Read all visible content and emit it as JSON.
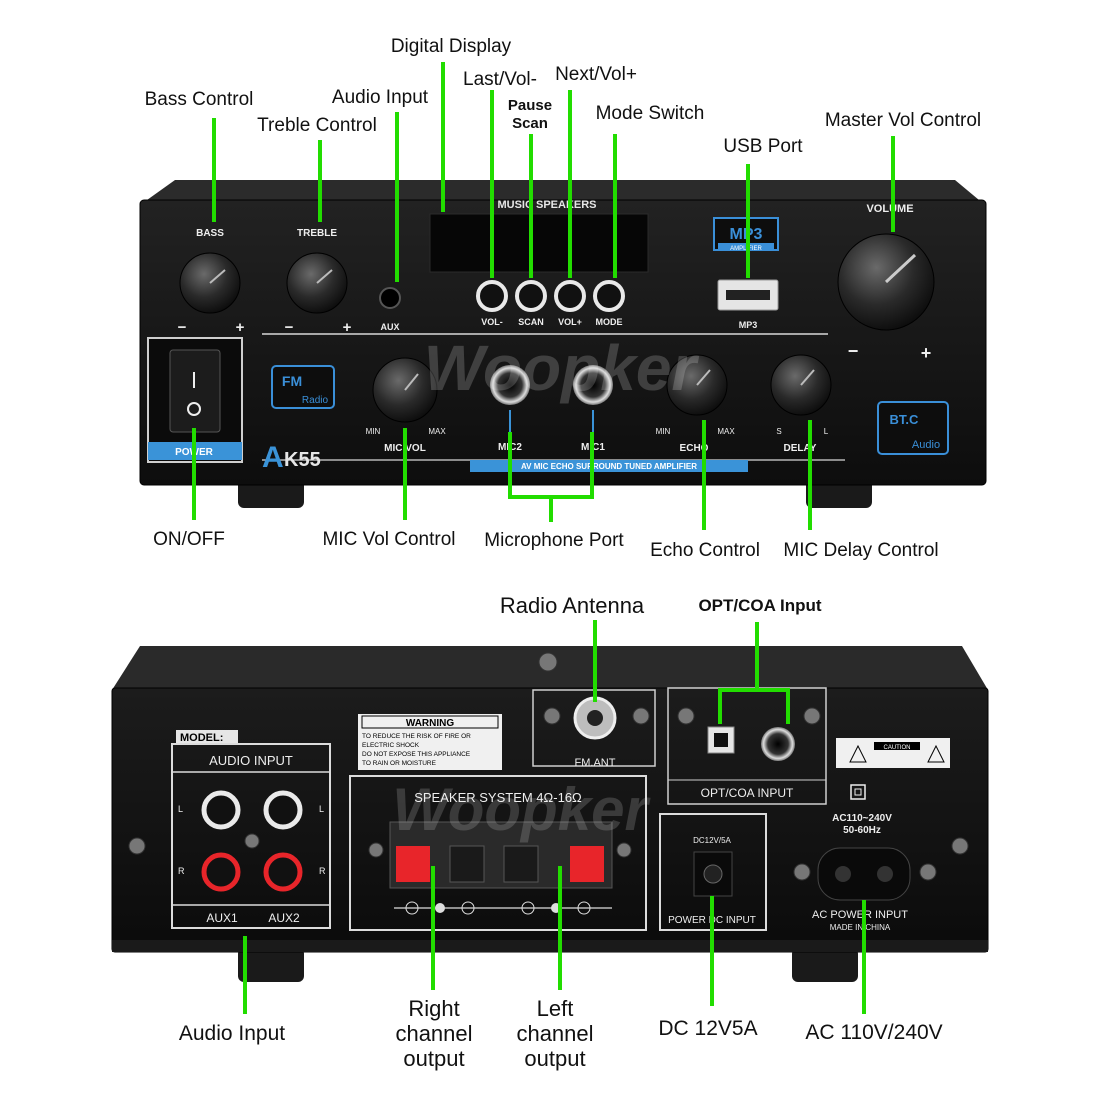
{
  "front": {
    "callouts": {
      "digital_display": "Digital Display",
      "last_vol": "Last/Vol-",
      "pause_scan": [
        "Pause",
        "Scan"
      ],
      "next_vol": "Next/Vol+",
      "bass_control": "Bass Control",
      "audio_input": "Audio Input",
      "treble_control": "Treble Control",
      "mode_switch": "Mode Switch",
      "usb_port": "USB Port",
      "master_vol_control": "Master Vol Control",
      "on_off": "ON/OFF",
      "mic_vol_control": "MIC Vol Control",
      "microphone_port": "Microphone Port",
      "echo_control": "Echo Control",
      "mic_delay_control": "MIC Delay Control"
    },
    "panel": {
      "bass": "BASS",
      "treble": "TREBLE",
      "aux": "AUX",
      "music_speakers": "MUSIC SPEAKERS",
      "buttons": [
        "VOL-",
        "SCAN",
        "VOL+",
        "MODE"
      ],
      "mp3_badge": "MP3",
      "mp3_badge_sub": "AMPLIFIER",
      "mp3": "MP3",
      "volume": "VOLUME",
      "power": "POWER",
      "fm": "FM",
      "fm_sub": "Radio",
      "model_a": "A",
      "model_num": "K55",
      "mic_vol": "MIC VOL",
      "min": "MIN",
      "max": "MAX",
      "mic2": "MIC2",
      "mic1": "MIC1",
      "echo": "ECHO",
      "delay": "DELAY",
      "delay_s": "S",
      "delay_l": "L",
      "bt": "BT.C",
      "bt_sub": "Audio",
      "strip": "AV MIC ECHO SURROUND TUNED AMPLIFIER",
      "minus": "−",
      "plus": "+",
      "watermark": "Woopker"
    }
  },
  "rear": {
    "callouts": {
      "radio_antenna": "Radio Antenna",
      "opt_coa_input": "OPT/COA Input",
      "audio_input": "Audio Input",
      "right_channel_output": [
        "Right",
        "channel",
        "output"
      ],
      "left_channel_output": [
        "Left",
        "channel",
        "output"
      ],
      "dc_12v5a": "DC 12V5A",
      "ac_110v_240v": "AC 110V/240V"
    },
    "panel": {
      "model": "MODEL:",
      "audio_input": "AUDIO INPUT",
      "aux1": "AUX1",
      "aux2": "AUX2",
      "l": "L",
      "r": "R",
      "warning_title": "WARNING",
      "warning_lines": [
        "TO REDUCE THE RISK OF FIRE OR",
        "ELECTRIC SHOCK",
        "DO NOT EXPOSE THIS APPLIANCE",
        "TO RAIN OR MOISTURE"
      ],
      "speaker_system": "SPEAKER SYSTEM 4Ω-16Ω",
      "fm_ant": "FM.ANT",
      "opt_coa": "OPT/COA  INPUT",
      "dc_label": "DC12V/5A",
      "power_dc_input": "POWER DC INPUT",
      "ac_rating": "AC110~240V",
      "ac_freq": "50-60Hz",
      "ac_power_input": "AC POWER INPUT",
      "made_in": "MADE IN CHINA",
      "caution": "CAUTION"
    }
  },
  "colors": {
    "callout_line": "#22dd00",
    "panel": "#141414",
    "accent_blue": "#2a7fd6",
    "label_bar": "#3a93d8",
    "speaker_red": "#e8252a"
  }
}
